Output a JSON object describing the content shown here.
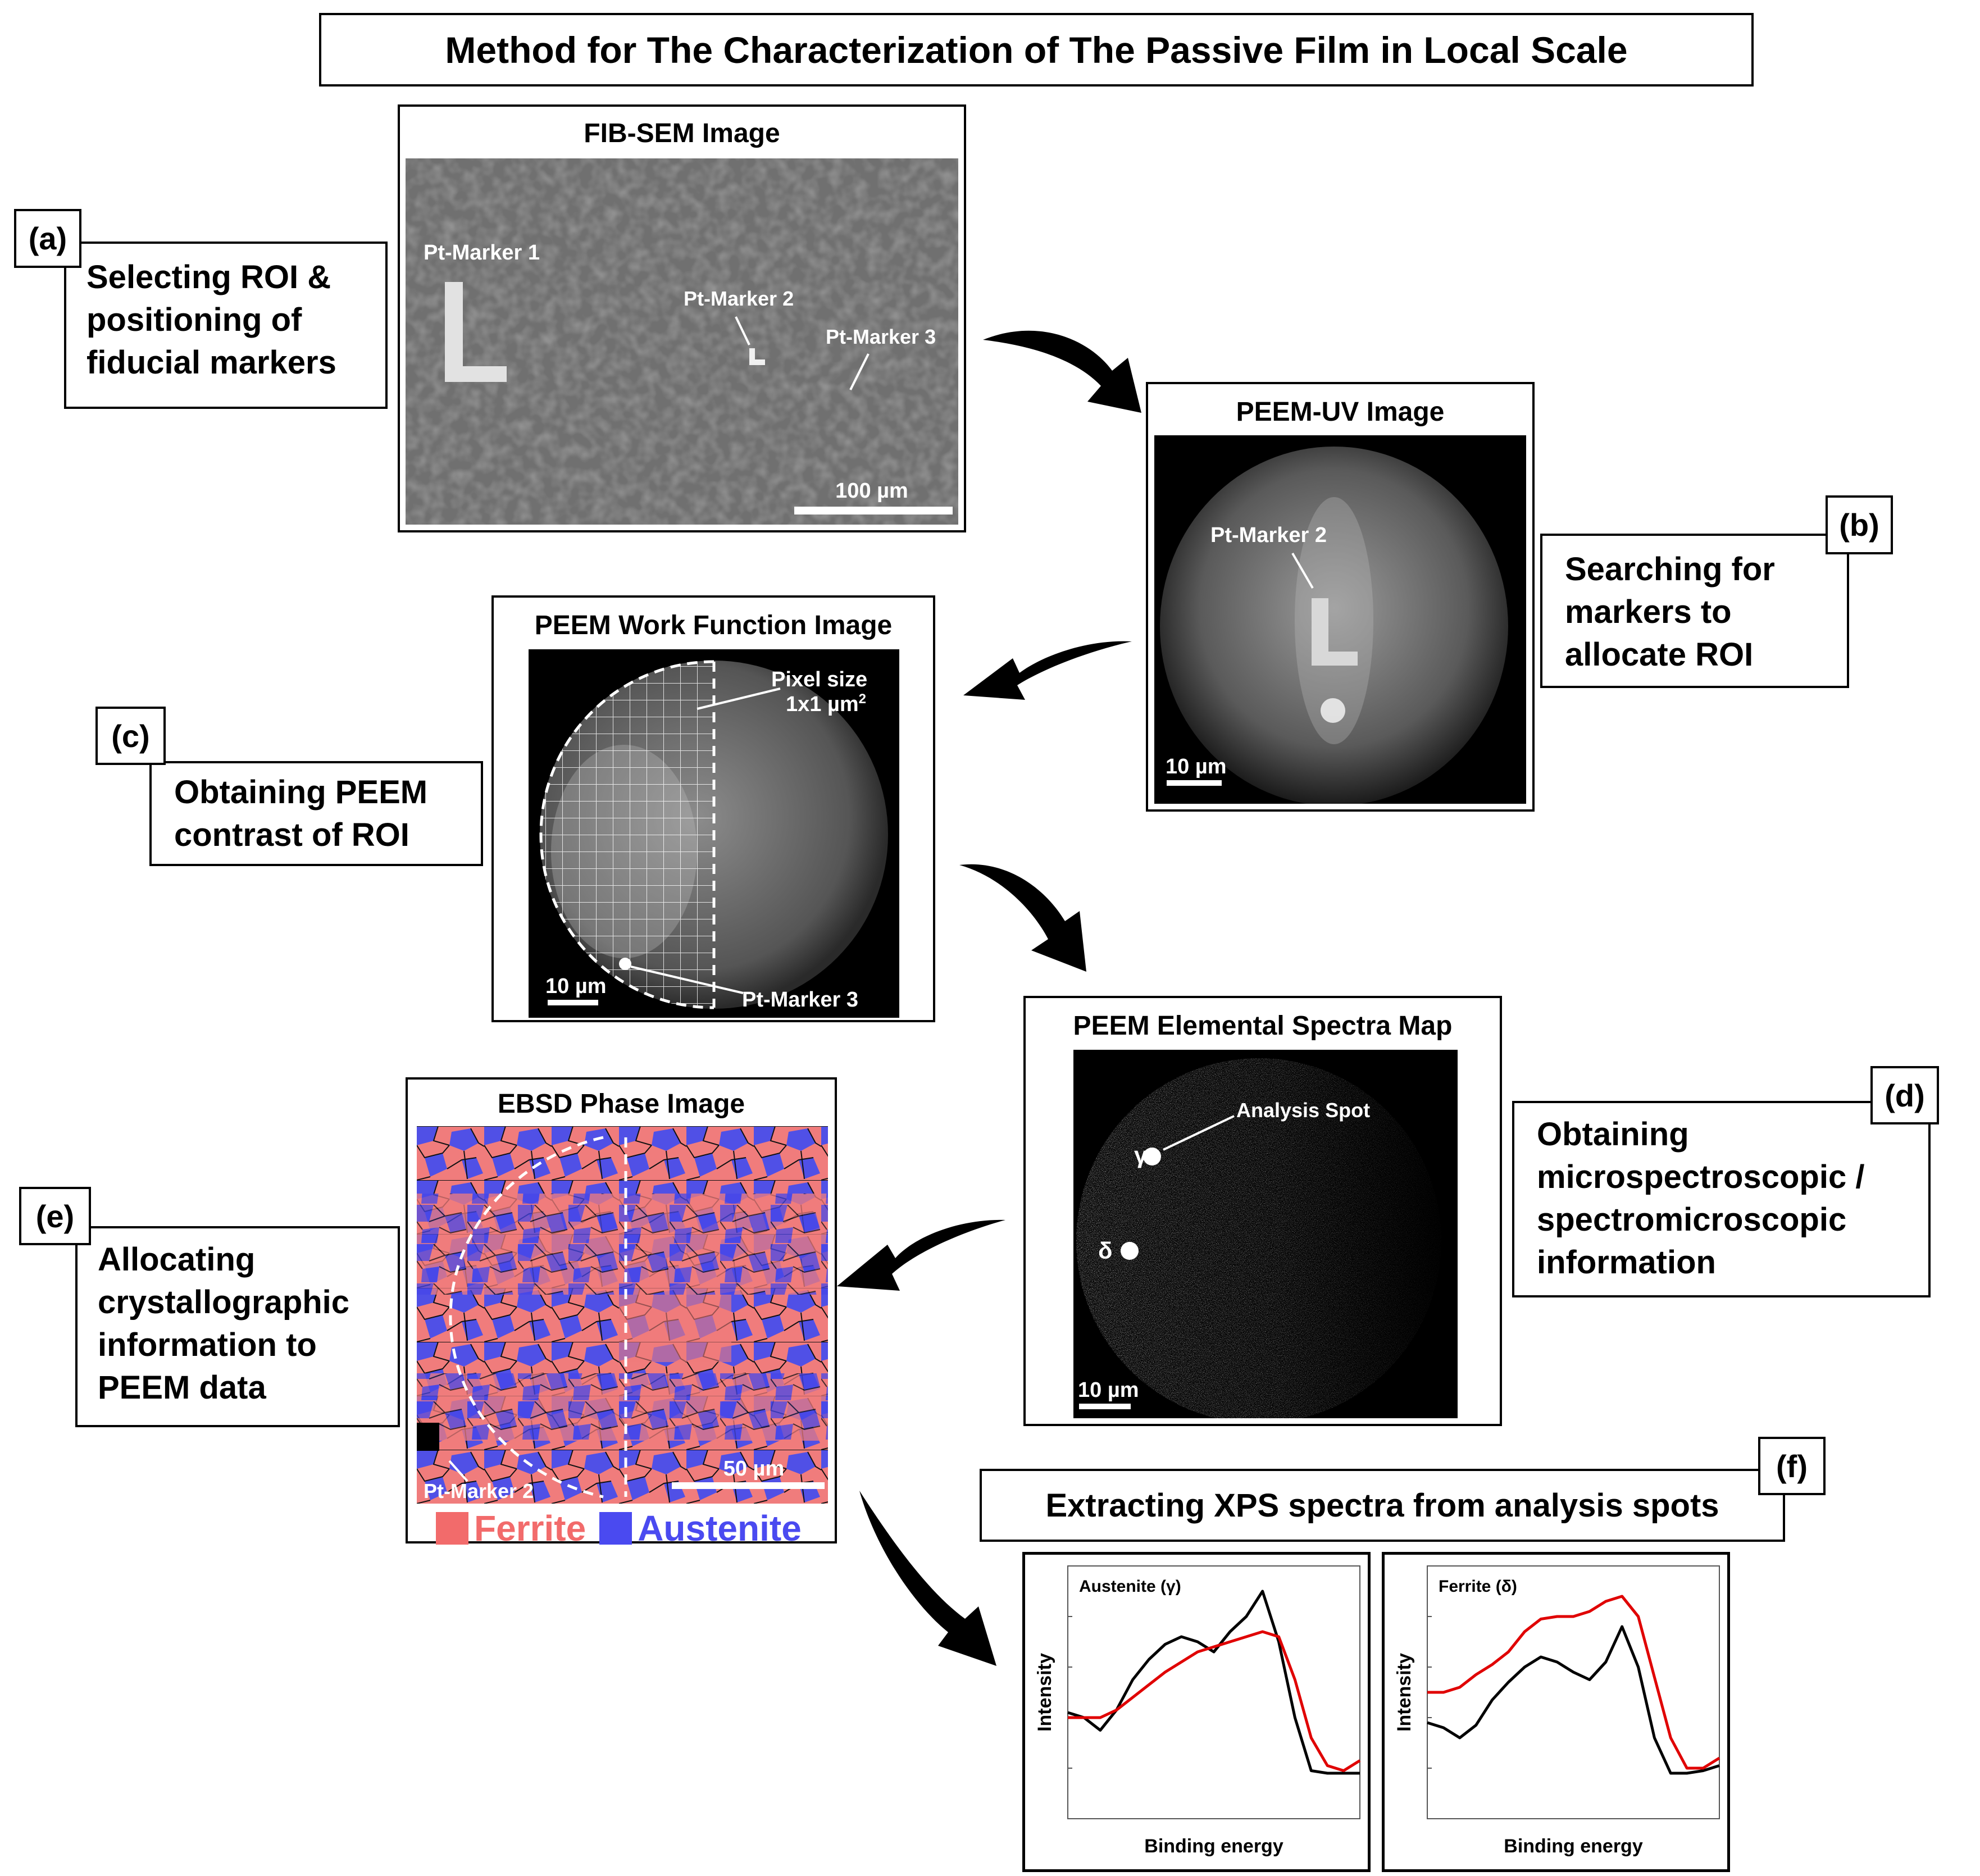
{
  "title": "Method for The Characterization of The Passive Film in Local Scale",
  "steps": {
    "a": {
      "letter": "(a)",
      "lines": [
        "Selecting ROI &",
        "positioning of",
        "fiducial markers"
      ]
    },
    "b": {
      "letter": "(b)",
      "lines": [
        "Searching for",
        "markers to",
        "allocate ROI"
      ]
    },
    "c": {
      "letter": "(c)",
      "lines": [
        "Obtaining  PEEM",
        "contrast of ROI"
      ]
    },
    "d": {
      "letter": "(d)",
      "lines": [
        "Obtaining",
        "microspectroscopic  /",
        "spectromicroscopic",
        "information"
      ]
    },
    "e": {
      "letter": "(e)",
      "lines": [
        "Allocating",
        "crystallographic",
        "information to",
        "PEEM data"
      ]
    },
    "f": {
      "letter": "(f)",
      "text": "Extracting XPS spectra from analysis spots"
    }
  },
  "panels": {
    "fib": {
      "title": "FIB-SEM Image",
      "marker1": "Pt-Marker 1",
      "marker2": "Pt-Marker 2",
      "marker3": "Pt-Marker 3",
      "scale": "100 µm"
    },
    "uv": {
      "title": "PEEM-UV Image",
      "marker": "Pt-Marker 2",
      "scale": "10 µm"
    },
    "wf": {
      "title": "PEEM Work Function Image",
      "pixel1": "Pixel size",
      "pixel2": "1x1 µm",
      "pixel_sup": "2",
      "marker": "Pt-Marker 3",
      "scale": "10 µm"
    },
    "esm": {
      "title": "PEEM Elemental Spectra Map",
      "spot": "Analysis Spot",
      "gamma": "γ",
      "delta": "δ",
      "scale": "10 µm"
    },
    "ebsd": {
      "title": "EBSD Phase Image",
      "marker": "Pt-Marker 2",
      "scale": "50 µm",
      "legend": [
        {
          "label": "Ferrite",
          "color": "#f26b6b"
        },
        {
          "label": "Austenite",
          "color": "#4a4af0"
        }
      ]
    }
  },
  "chart_data": [
    {
      "type": "line",
      "title": "Austenite (γ)",
      "xlabel": "Binding energy",
      "ylabel": "Intensity",
      "series": [
        {
          "color": "#000000",
          "values": [
            0.42,
            0.4,
            0.35,
            0.43,
            0.55,
            0.63,
            0.69,
            0.72,
            0.7,
            0.66,
            0.74,
            0.8,
            0.9,
            0.7,
            0.4,
            0.19,
            0.18,
            0.18,
            0.18
          ]
        },
        {
          "color": "#e00000",
          "values": [
            0.4,
            0.4,
            0.4,
            0.43,
            0.48,
            0.53,
            0.58,
            0.62,
            0.66,
            0.68,
            0.7,
            0.72,
            0.74,
            0.72,
            0.55,
            0.32,
            0.21,
            0.19,
            0.23
          ]
        }
      ]
    },
    {
      "type": "line",
      "title": "Ferrite (δ)",
      "xlabel": "Binding energy",
      "ylabel": "Intensity",
      "series": [
        {
          "color": "#000000",
          "values": [
            0.38,
            0.36,
            0.32,
            0.37,
            0.47,
            0.54,
            0.6,
            0.64,
            0.62,
            0.58,
            0.55,
            0.62,
            0.76,
            0.6,
            0.32,
            0.18,
            0.18,
            0.19,
            0.21
          ]
        },
        {
          "color": "#e00000",
          "values": [
            0.5,
            0.5,
            0.52,
            0.57,
            0.61,
            0.66,
            0.74,
            0.79,
            0.8,
            0.8,
            0.82,
            0.86,
            0.88,
            0.8,
            0.56,
            0.32,
            0.2,
            0.2,
            0.24
          ]
        }
      ]
    }
  ]
}
